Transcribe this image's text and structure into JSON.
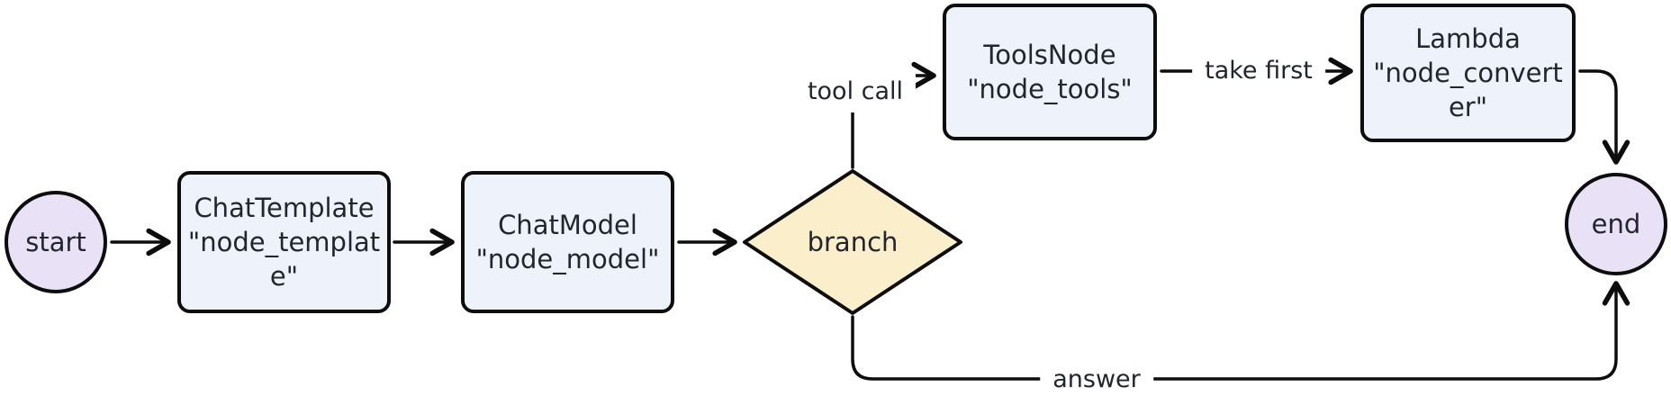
{
  "diagram": {
    "nodes": {
      "start": {
        "label": "start",
        "shape": "circle"
      },
      "template": {
        "label": "ChatTemplate\n\"node_templat\ne\"",
        "shape": "rect"
      },
      "model": {
        "label": "ChatModel\n\"node_model\"",
        "shape": "rect"
      },
      "branch": {
        "label": "branch",
        "shape": "diamond"
      },
      "tools": {
        "label": "ToolsNode\n\"node_tools\"",
        "shape": "rect"
      },
      "converter": {
        "label": "Lambda\n\"node_convert\ner\"",
        "shape": "rect"
      },
      "end": {
        "label": "end",
        "shape": "circle"
      }
    },
    "edge_labels": {
      "tool_call": "tool call",
      "take_first": "take first",
      "answer": "answer"
    },
    "colors": {
      "process_fill": "#edf2fb",
      "terminal_fill": "#e9e1f6",
      "decision_fill": "#fbeecb",
      "stroke": "#0d0d0d",
      "text": "#21262e"
    }
  }
}
